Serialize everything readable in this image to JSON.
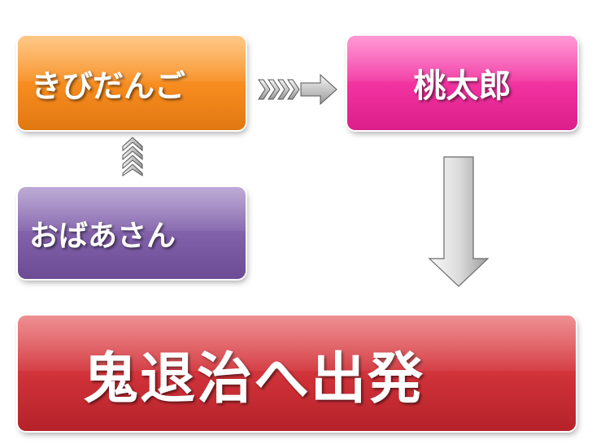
{
  "nodes": {
    "kibidango": "きびだんご",
    "momotaro": "桃太郎",
    "obaasan": "おばあさん",
    "oni_taiji": "鬼退治へ出発"
  },
  "colors": {
    "kibidango": "#f68b1e",
    "momotaro": "#f0319e",
    "obaasan": "#7f5fa7",
    "oni_taiji": "#cf3138"
  },
  "connections": [
    {
      "from": "obaasan",
      "to": "kibidango",
      "style": "chevron-up"
    },
    {
      "from": "kibidango",
      "to": "momotaro",
      "style": "chevron-right"
    },
    {
      "from": "momotaro",
      "to": "oni_taiji",
      "style": "block-arrow-down"
    }
  ]
}
